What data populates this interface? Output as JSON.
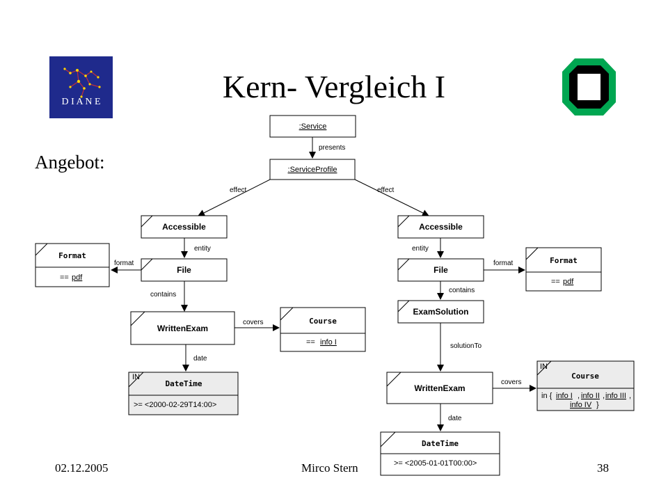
{
  "slide": {
    "title": "Kern- Vergleich I",
    "subtitle": "Angebot:",
    "footer": {
      "date": "02.12.2005",
      "author": "Mirco Stern",
      "page": "38"
    }
  },
  "logos": {
    "left": {
      "icon": "diane-constellation-logo",
      "text": "D I A N E",
      "bg": "#1f2a8c"
    },
    "right": {
      "icon": "kit-square-logo",
      "color": "#00a651"
    }
  },
  "nodes": {
    "service": ":Service",
    "profile": ":ServiceProfile",
    "acc_l": "Accessible",
    "acc_r": "Accessible",
    "file_l": "File",
    "file_r": "File",
    "format_l": "Format",
    "format_r": "Format",
    "format_l_attr_op": "==",
    "format_l_attr_val": "pdf",
    "format_r_attr_op": "==",
    "format_r_attr_val": "pdf",
    "exam_l": "WrittenExam",
    "course_l": "Course",
    "course_l_attr_op": "==",
    "course_l_attr_val": "info I",
    "datetime_l": "DateTime",
    "datetime_l_tag": "IN",
    "datetime_l_attr": ">= <2000-02-29T14:00>",
    "solution_r": "ExamSolution",
    "exam_r": "WrittenExam",
    "course_r": "Course",
    "course_r_tag": "IN",
    "course_r_attr_line1_prefix": "in {",
    "course_r_attr_line1_v1": "info I",
    "course_r_attr_line1_v2": "info II",
    "course_r_attr_line1_v3": "info III",
    "course_r_attr_line2_v4": "info IV",
    "course_r_attr_line2_suffix": "}",
    "datetime_r": "DateTime",
    "datetime_r_attr": ">= <2005-01-01T00:00>"
  },
  "edges": {
    "presents": "presents",
    "effect_l": "effect",
    "effect_r": "effect",
    "entity_l": "entity",
    "entity_r": "entity",
    "format_l": "format",
    "format_r": "format",
    "contains_l": "contains",
    "contains_r": "contains",
    "covers_l": "covers",
    "covers_r": "covers",
    "date_l": "date",
    "date_r": "date",
    "solutionTo": "solutionTo"
  }
}
